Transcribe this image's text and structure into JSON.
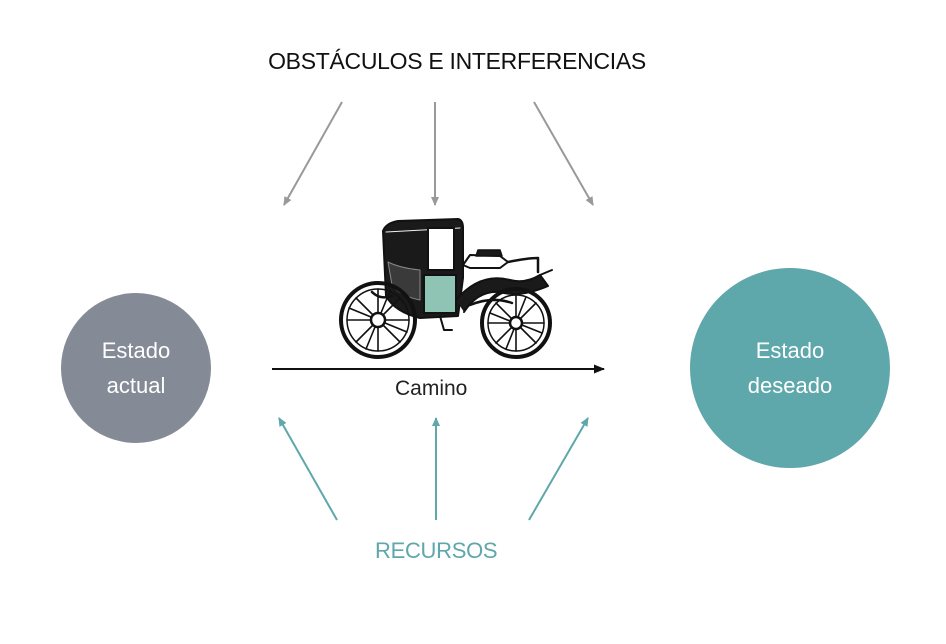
{
  "top_label": "OBSTÁCULOS E INTERFERENCIAS",
  "bottom_label": "RECURSOS",
  "path_label": "Camino",
  "current_state": {
    "line1": "Estado",
    "line2": "actual"
  },
  "desired_state": {
    "line1": "Estado",
    "line2": "deseado"
  },
  "illustration": "carriage-illustration",
  "colors": {
    "current_state": "#858b96",
    "desired_state": "#5ea7ab",
    "obstacle_arrows": "#999999",
    "resource_arrows": "#5ea7ab",
    "resource_text": "#5ea7ab",
    "path_arrow": "#111111",
    "carriage_accent": "#8fc4b4"
  }
}
